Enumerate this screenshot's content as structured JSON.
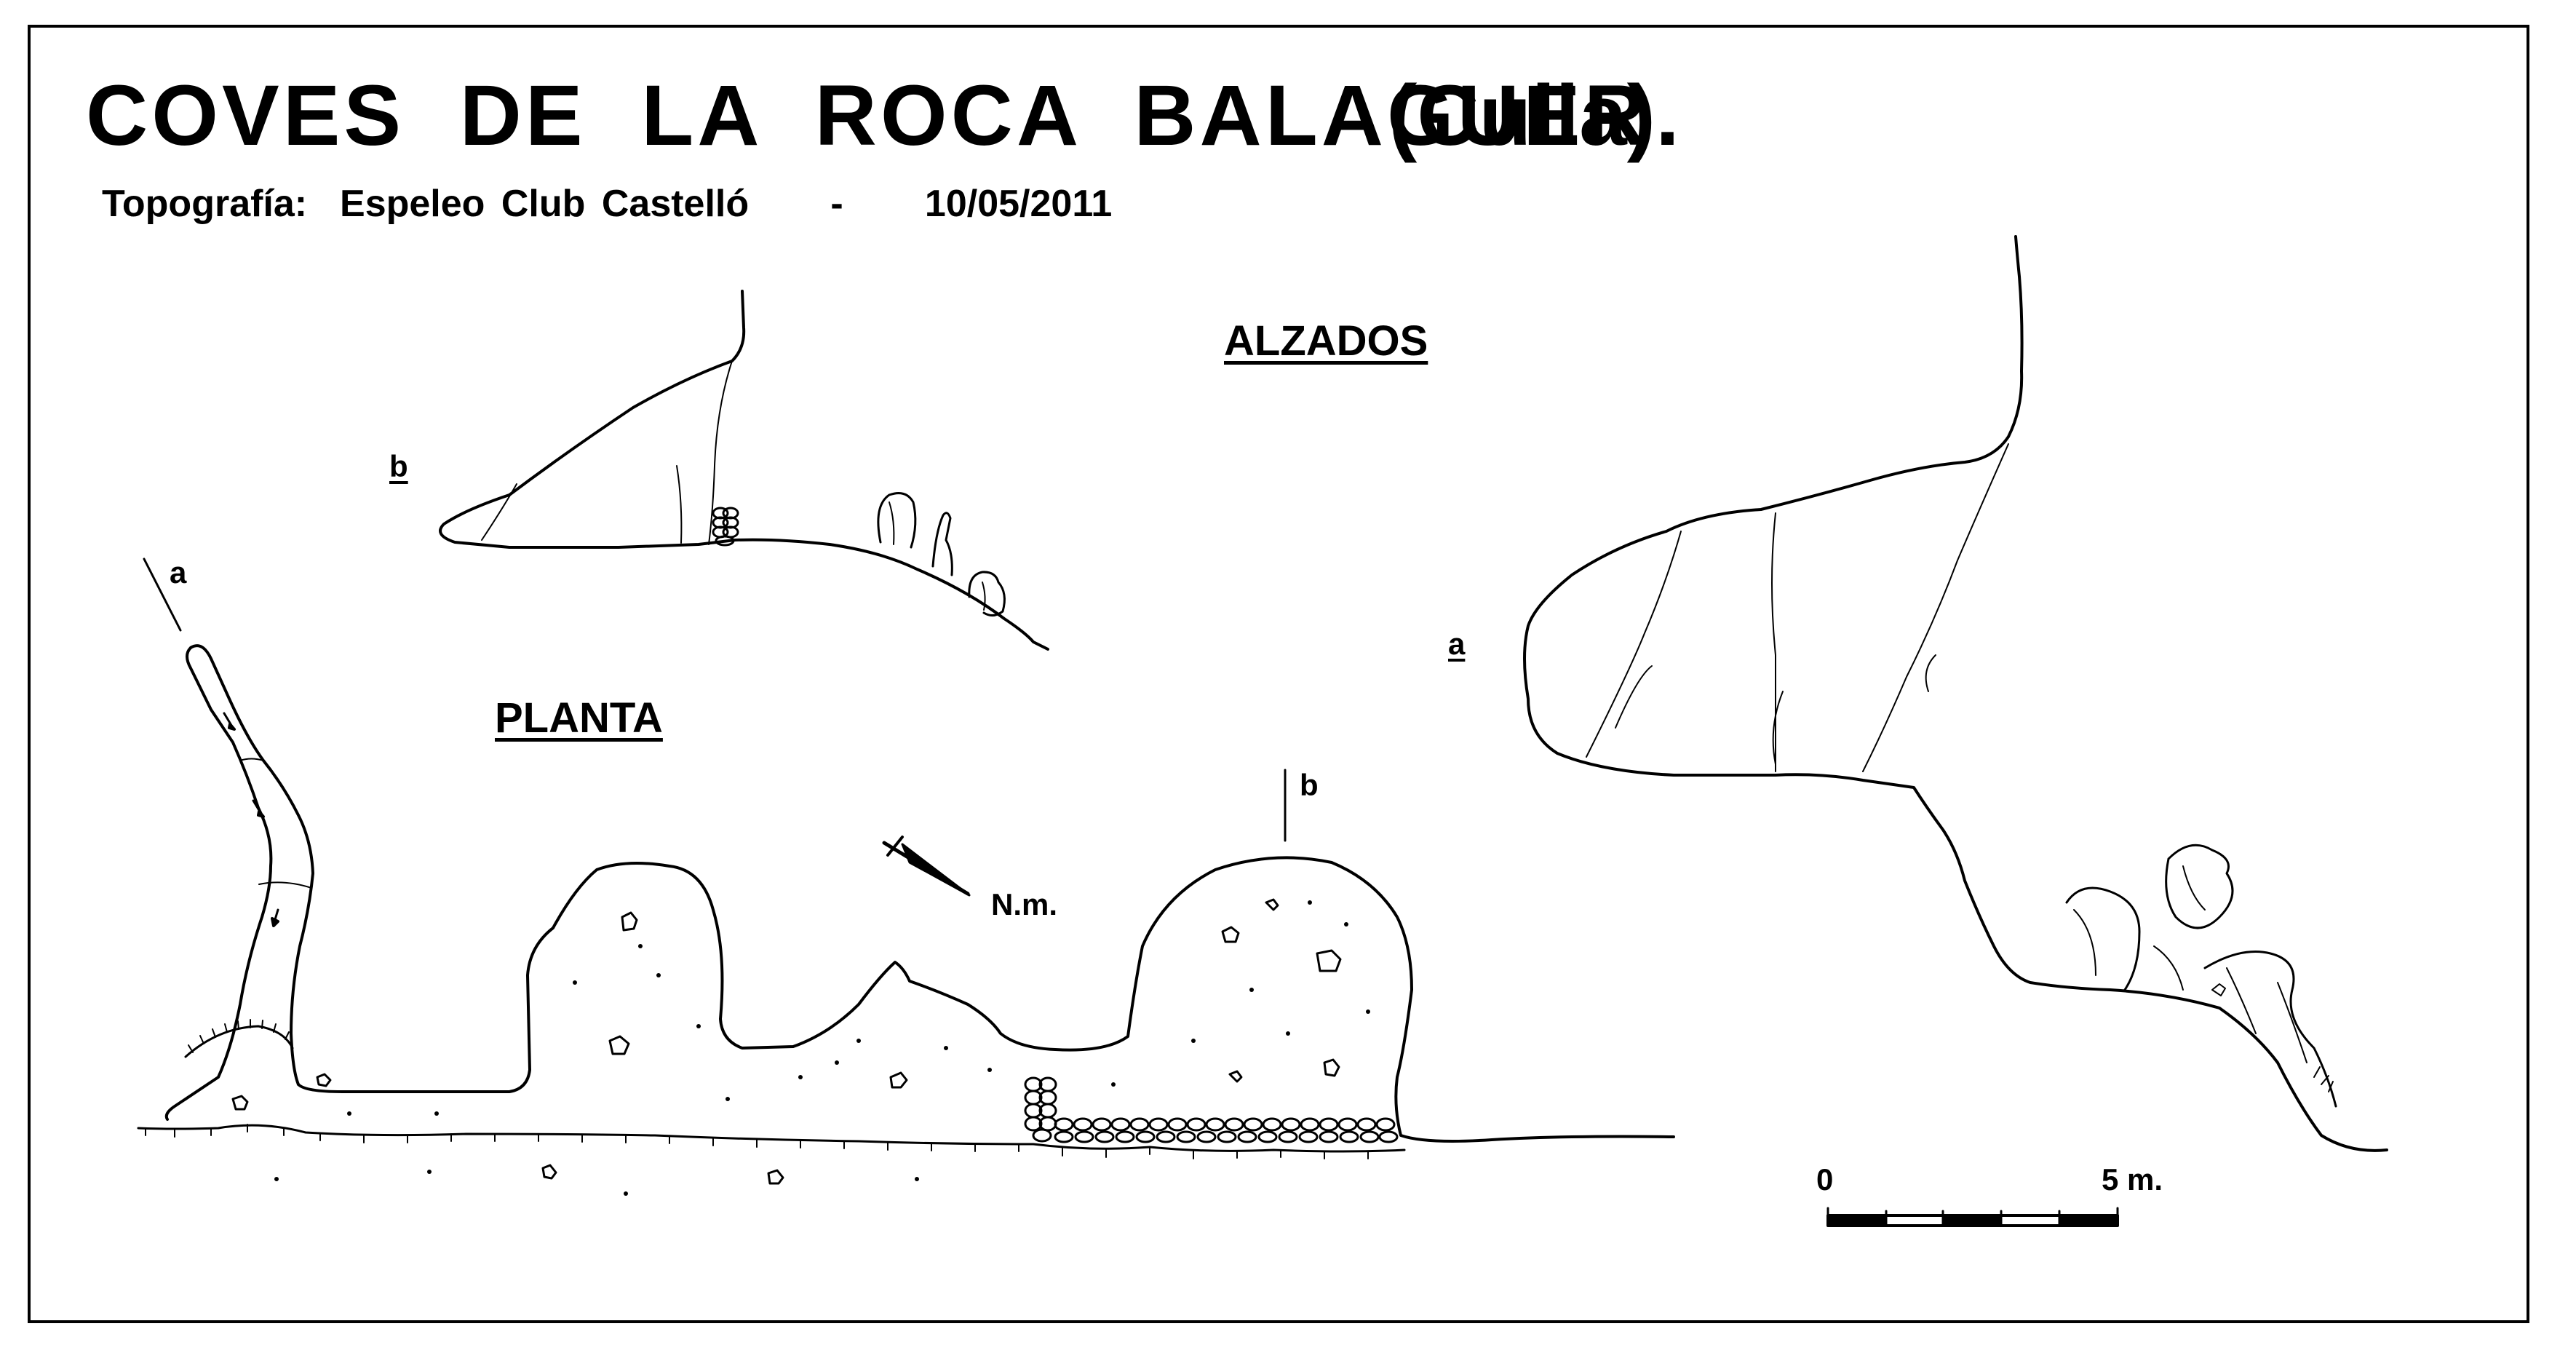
{
  "title": "COVES  DE  LA  ROCA  BALAGUER",
  "location": "(Culla).",
  "credits": "Topografía:  Espeleo Club Castelló     -     10/05/2011",
  "sections": {
    "elevations": "ALZADOS",
    "plan": "PLANTA"
  },
  "labels": {
    "section_b_elevation": "b",
    "section_a_elevation": "a",
    "section_a_plan": "a",
    "section_b_plan": "b",
    "north": "N.m."
  },
  "scale": {
    "start": "0",
    "end": "5 m."
  },
  "colors": {
    "ink": "#000000",
    "paper": "#ffffff"
  }
}
